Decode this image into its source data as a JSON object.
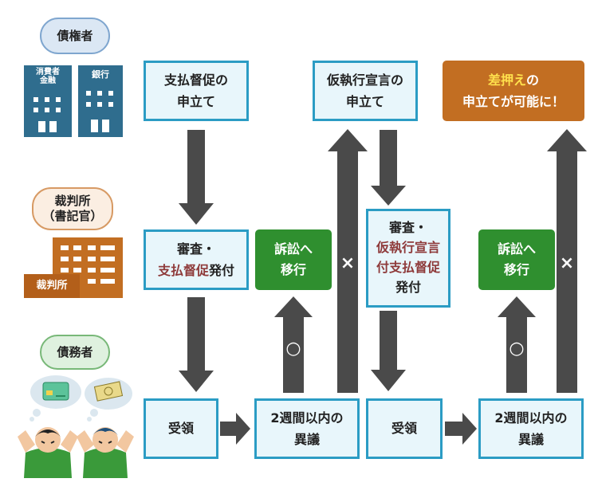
{
  "actors": {
    "creditor": "債権者",
    "court": "裁判所\n（書記官）",
    "debtor": "債務者"
  },
  "buildings": {
    "consumer_finance": "消費者\n金融",
    "bank": "銀行",
    "court": "裁判所"
  },
  "boxes": {
    "apply_payment_demand": "支払督促の\n申立て",
    "review1_line1": "審査・",
    "review1_red": "支払督促",
    "review1_tail": "発付",
    "receive1": "受領",
    "objection1": "2週間以内の\n異議",
    "litigation1": "訴訟へ\n移行",
    "apply_provisional": "仮執行宣言の\n申立て",
    "review2_line1": "審査・",
    "review2_red1": "仮執行宣言",
    "review2_red2": "付支払督促",
    "review2_tail": "発付",
    "receive2": "受領",
    "objection2": "2週間以内の\n異議",
    "litigation2": "訴訟へ\n移行",
    "seizure_highlight": "差押え",
    "seizure_rest1": "の",
    "seizure_rest2": "申立てが可能に！"
  },
  "marks": {
    "cross": "×",
    "circle": "○"
  },
  "colors": {
    "box_border": "#2b9cc4",
    "box_fill": "#e8f6fb",
    "arrow": "#4a4a4a",
    "green": "#2f8f2f",
    "orange": "#c26e22",
    "building_blue": "#2f6d8e",
    "building_orange": "#c26e22",
    "accent_red": "#8e3a3a",
    "accent_yellow": "#ffe14d"
  },
  "icons": [
    "card-icon",
    "money-icon",
    "worried-person-icon"
  ]
}
